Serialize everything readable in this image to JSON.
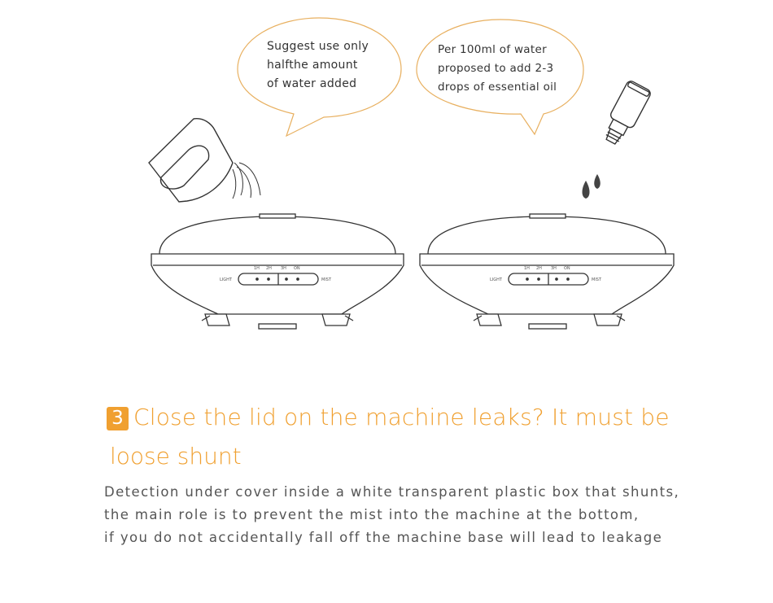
{
  "bubbles": {
    "left": [
      "Suggest use only",
      "halfthe amount",
      "of water added"
    ],
    "right": [
      "Per 100ml of water",
      "proposed to add 2-3",
      "drops of essential oil"
    ]
  },
  "device": {
    "buttons": [
      "1H",
      "2H",
      "3H",
      "ON"
    ],
    "left_label": "LIGHT",
    "right_label": "MIST"
  },
  "step": {
    "number": "3",
    "heading_line1": "Close the lid on the machine leaks? It must be",
    "heading_line2": "loose shunt"
  },
  "description": [
    "Detection under cover inside a white transparent plastic box that shunts,",
    "the main role is to prevent the mist into the machine at the bottom,",
    "if you do not accidentally fall off the machine base will lead to leakage"
  ],
  "colors": {
    "accent": "#f0a030",
    "bubble_outline": "#e8b060",
    "line_art": "#333333"
  }
}
